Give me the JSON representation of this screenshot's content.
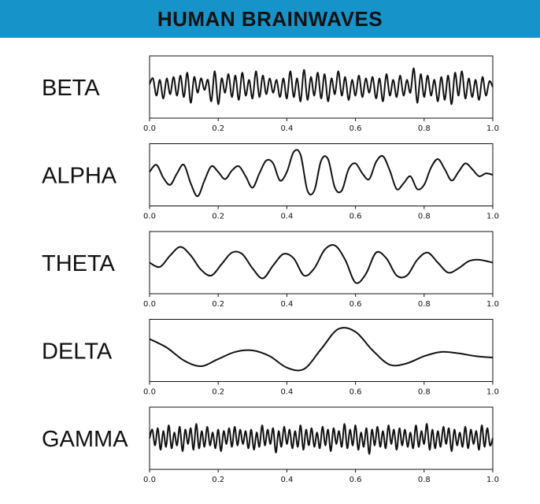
{
  "header": {
    "title": "HUMAN BRAINWAVES",
    "background_color": "#1693c9"
  },
  "chart_data": {
    "type": "line",
    "x_ticks": [
      "0.0",
      "0.2",
      "0.4",
      "0.6",
      "0.8",
      "1.0"
    ],
    "xlim": [
      0,
      1
    ],
    "grid": false,
    "series": [
      {
        "name": "BETA",
        "ylim": [
          -1,
          1
        ],
        "x": [
          0.0,
          0.01,
          0.02,
          0.03,
          0.04,
          0.05,
          0.06,
          0.07,
          0.08,
          0.09,
          0.1,
          0.11,
          0.12,
          0.13,
          0.14,
          0.15,
          0.16,
          0.17,
          0.18,
          0.19,
          0.2,
          0.21,
          0.22,
          0.23,
          0.24,
          0.25,
          0.26,
          0.27,
          0.28,
          0.29,
          0.3,
          0.31,
          0.32,
          0.33,
          0.34,
          0.35,
          0.36,
          0.37,
          0.38,
          0.39,
          0.4,
          0.41,
          0.42,
          0.43,
          0.44,
          0.45,
          0.46,
          0.47,
          0.48,
          0.49,
          0.5,
          0.51,
          0.52,
          0.53,
          0.54,
          0.55,
          0.56,
          0.57,
          0.58,
          0.59,
          0.6,
          0.61,
          0.62,
          0.63,
          0.64,
          0.65,
          0.66,
          0.67,
          0.68,
          0.69,
          0.7,
          0.71,
          0.72,
          0.73,
          0.74,
          0.75,
          0.76,
          0.77,
          0.78,
          0.79,
          0.8,
          0.81,
          0.82,
          0.83,
          0.84,
          0.85,
          0.86,
          0.87,
          0.88,
          0.89,
          0.9,
          0.91,
          0.92,
          0.93,
          0.94,
          0.95,
          0.96,
          0.97,
          0.98,
          0.99,
          1.0
        ],
        "values": [
          0.1,
          0.3,
          -0.3,
          0.25,
          -0.4,
          0.3,
          -0.25,
          0.35,
          -0.3,
          0.4,
          -0.35,
          0.5,
          -0.55,
          0.35,
          -0.2,
          0.3,
          -0.1,
          0.25,
          -0.5,
          0.55,
          -0.6,
          0.3,
          -0.2,
          0.45,
          -0.35,
          0.4,
          -0.45,
          0.5,
          -0.3,
          0.25,
          -0.4,
          0.55,
          -0.35,
          0.4,
          -0.25,
          0.3,
          -0.2,
          0.25,
          -0.35,
          0.3,
          -0.4,
          0.55,
          -0.35,
          0.3,
          -0.5,
          0.6,
          -0.45,
          0.35,
          -0.3,
          0.5,
          -0.4,
          0.45,
          -0.5,
          0.3,
          -0.25,
          0.55,
          -0.3,
          0.35,
          -0.45,
          0.25,
          -0.3,
          0.4,
          -0.35,
          0.3,
          -0.2,
          0.35,
          -0.4,
          0.3,
          -0.5,
          0.45,
          -0.3,
          0.25,
          -0.35,
          0.4,
          -0.3,
          0.25,
          -0.2,
          0.65,
          -0.55,
          0.45,
          -0.35,
          0.4,
          -0.3,
          0.25,
          -0.5,
          0.35,
          -0.45,
          0.4,
          -0.6,
          0.5,
          -0.3,
          0.55,
          -0.4,
          0.3,
          -0.35,
          0.25,
          -0.45,
          0.35,
          -0.3,
          0.2,
          0.0
        ]
      },
      {
        "name": "ALPHA",
        "ylim": [
          -1,
          1
        ],
        "x": [
          0.0,
          0.02,
          0.04,
          0.06,
          0.08,
          0.1,
          0.12,
          0.14,
          0.16,
          0.18,
          0.2,
          0.22,
          0.24,
          0.26,
          0.28,
          0.3,
          0.32,
          0.34,
          0.36,
          0.38,
          0.4,
          0.42,
          0.44,
          0.46,
          0.48,
          0.5,
          0.52,
          0.54,
          0.56,
          0.58,
          0.6,
          0.62,
          0.64,
          0.66,
          0.68,
          0.7,
          0.72,
          0.74,
          0.76,
          0.78,
          0.8,
          0.82,
          0.84,
          0.86,
          0.88,
          0.9,
          0.92,
          0.94,
          0.96,
          0.98,
          1.0
        ],
        "values": [
          0.1,
          0.35,
          -0.1,
          -0.35,
          0.05,
          0.35,
          -0.3,
          -0.75,
          -0.2,
          0.3,
          0.1,
          -0.15,
          0.15,
          0.3,
          -0.05,
          -0.45,
          0.05,
          0.5,
          0.4,
          -0.2,
          0.1,
          0.8,
          0.7,
          -0.55,
          -0.55,
          0.5,
          0.55,
          -0.45,
          -0.55,
          0.2,
          0.4,
          0.05,
          -0.15,
          0.45,
          0.65,
          0.15,
          -0.5,
          -0.3,
          -0.05,
          -0.5,
          -0.35,
          0.25,
          0.55,
          0.2,
          -0.2,
          0.1,
          0.4,
          0.2,
          -0.05,
          0.05,
          0.0
        ]
      },
      {
        "name": "THETA",
        "ylim": [
          -1,
          1
        ],
        "x": [
          0.0,
          0.03,
          0.06,
          0.09,
          0.12,
          0.15,
          0.18,
          0.21,
          0.24,
          0.27,
          0.3,
          0.33,
          0.36,
          0.39,
          0.42,
          0.45,
          0.48,
          0.51,
          0.54,
          0.57,
          0.6,
          0.63,
          0.66,
          0.69,
          0.72,
          0.75,
          0.78,
          0.81,
          0.84,
          0.87,
          0.9,
          0.93,
          0.96,
          1.0
        ],
        "values": [
          0.0,
          -0.15,
          0.25,
          0.55,
          0.25,
          -0.25,
          -0.45,
          -0.05,
          0.35,
          0.3,
          -0.2,
          -0.55,
          -0.1,
          0.3,
          0.15,
          -0.45,
          -0.2,
          0.45,
          0.6,
          0.1,
          -0.7,
          -0.4,
          0.35,
          0.15,
          -0.45,
          -0.45,
          0.1,
          0.35,
          0.0,
          -0.35,
          -0.2,
          0.05,
          0.1,
          0.0
        ]
      },
      {
        "name": "DELTA",
        "ylim": [
          -1,
          1
        ],
        "x": [
          0.0,
          0.05,
          0.1,
          0.15,
          0.2,
          0.25,
          0.3,
          0.35,
          0.4,
          0.45,
          0.5,
          0.55,
          0.6,
          0.65,
          0.7,
          0.75,
          0.8,
          0.85,
          0.9,
          0.95,
          1.0
        ],
        "values": [
          0.4,
          0.1,
          -0.35,
          -0.55,
          -0.3,
          -0.05,
          0.0,
          -0.2,
          -0.6,
          -0.65,
          0.05,
          0.75,
          0.65,
          0.0,
          -0.5,
          -0.45,
          -0.2,
          -0.05,
          -0.1,
          -0.2,
          -0.25
        ]
      },
      {
        "name": "GAMMA",
        "ylim": [
          -1,
          1
        ],
        "x": [
          0.0,
          0.008,
          0.016,
          0.024,
          0.032,
          0.04,
          0.048,
          0.056,
          0.064,
          0.072,
          0.08,
          0.088,
          0.096,
          0.104,
          0.112,
          0.12,
          0.128,
          0.136,
          0.144,
          0.152,
          0.16,
          0.168,
          0.176,
          0.184,
          0.192,
          0.2,
          0.208,
          0.216,
          0.224,
          0.232,
          0.24,
          0.248,
          0.256,
          0.264,
          0.272,
          0.28,
          0.288,
          0.296,
          0.304,
          0.312,
          0.32,
          0.328,
          0.336,
          0.344,
          0.352,
          0.36,
          0.368,
          0.376,
          0.384,
          0.392,
          0.4,
          0.408,
          0.416,
          0.424,
          0.432,
          0.44,
          0.448,
          0.456,
          0.464,
          0.472,
          0.48,
          0.488,
          0.496,
          0.504,
          0.512,
          0.52,
          0.528,
          0.536,
          0.544,
          0.552,
          0.56,
          0.568,
          0.576,
          0.584,
          0.592,
          0.6,
          0.608,
          0.616,
          0.624,
          0.632,
          0.64,
          0.648,
          0.656,
          0.664,
          0.672,
          0.68,
          0.688,
          0.696,
          0.704,
          0.712,
          0.72,
          0.728,
          0.736,
          0.744,
          0.752,
          0.76,
          0.768,
          0.776,
          0.784,
          0.792,
          0.8,
          0.808,
          0.816,
          0.824,
          0.832,
          0.84,
          0.848,
          0.856,
          0.864,
          0.872,
          0.88,
          0.888,
          0.896,
          0.904,
          0.912,
          0.92,
          0.928,
          0.936,
          0.944,
          0.952,
          0.96,
          0.968,
          0.976,
          0.984,
          0.992,
          1.0
        ],
        "values": [
          0.0,
          0.3,
          -0.25,
          0.35,
          -0.4,
          0.25,
          -0.3,
          0.45,
          -0.35,
          0.2,
          -0.25,
          0.4,
          -0.45,
          0.3,
          -0.2,
          0.35,
          -0.4,
          0.5,
          -0.35,
          0.25,
          -0.3,
          0.4,
          -0.25,
          0.2,
          -0.35,
          0.3,
          -0.45,
          0.25,
          -0.2,
          0.35,
          -0.3,
          0.4,
          -0.25,
          0.3,
          -0.2,
          0.25,
          -0.35,
          0.3,
          -0.4,
          0.2,
          -0.3,
          0.45,
          -0.25,
          0.3,
          -0.2,
          0.35,
          -0.5,
          0.25,
          -0.3,
          0.4,
          -0.2,
          0.3,
          -0.35,
          0.25,
          -0.3,
          0.45,
          -0.4,
          0.3,
          -0.25,
          0.35,
          -0.3,
          0.2,
          -0.35,
          0.4,
          -0.25,
          0.3,
          -0.45,
          0.35,
          -0.2,
          0.25,
          -0.3,
          0.5,
          -0.35,
          0.3,
          -0.25,
          0.45,
          -0.4,
          0.2,
          -0.3,
          0.35,
          -0.55,
          0.3,
          -0.25,
          0.4,
          -0.3,
          0.25,
          -0.35,
          0.45,
          -0.2,
          0.3,
          -0.4,
          0.35,
          -0.25,
          0.3,
          -0.3,
          0.2,
          -0.35,
          0.45,
          -0.3,
          0.25,
          -0.2,
          0.5,
          -0.4,
          0.3,
          -0.35,
          0.25,
          -0.3,
          0.4,
          -0.2,
          0.35,
          -0.45,
          0.3,
          -0.25,
          0.2,
          -0.3,
          0.4,
          -0.35,
          0.3,
          -0.2,
          0.25,
          -0.4,
          0.45,
          -0.3,
          0.35,
          -0.25,
          0.0
        ]
      }
    ]
  }
}
